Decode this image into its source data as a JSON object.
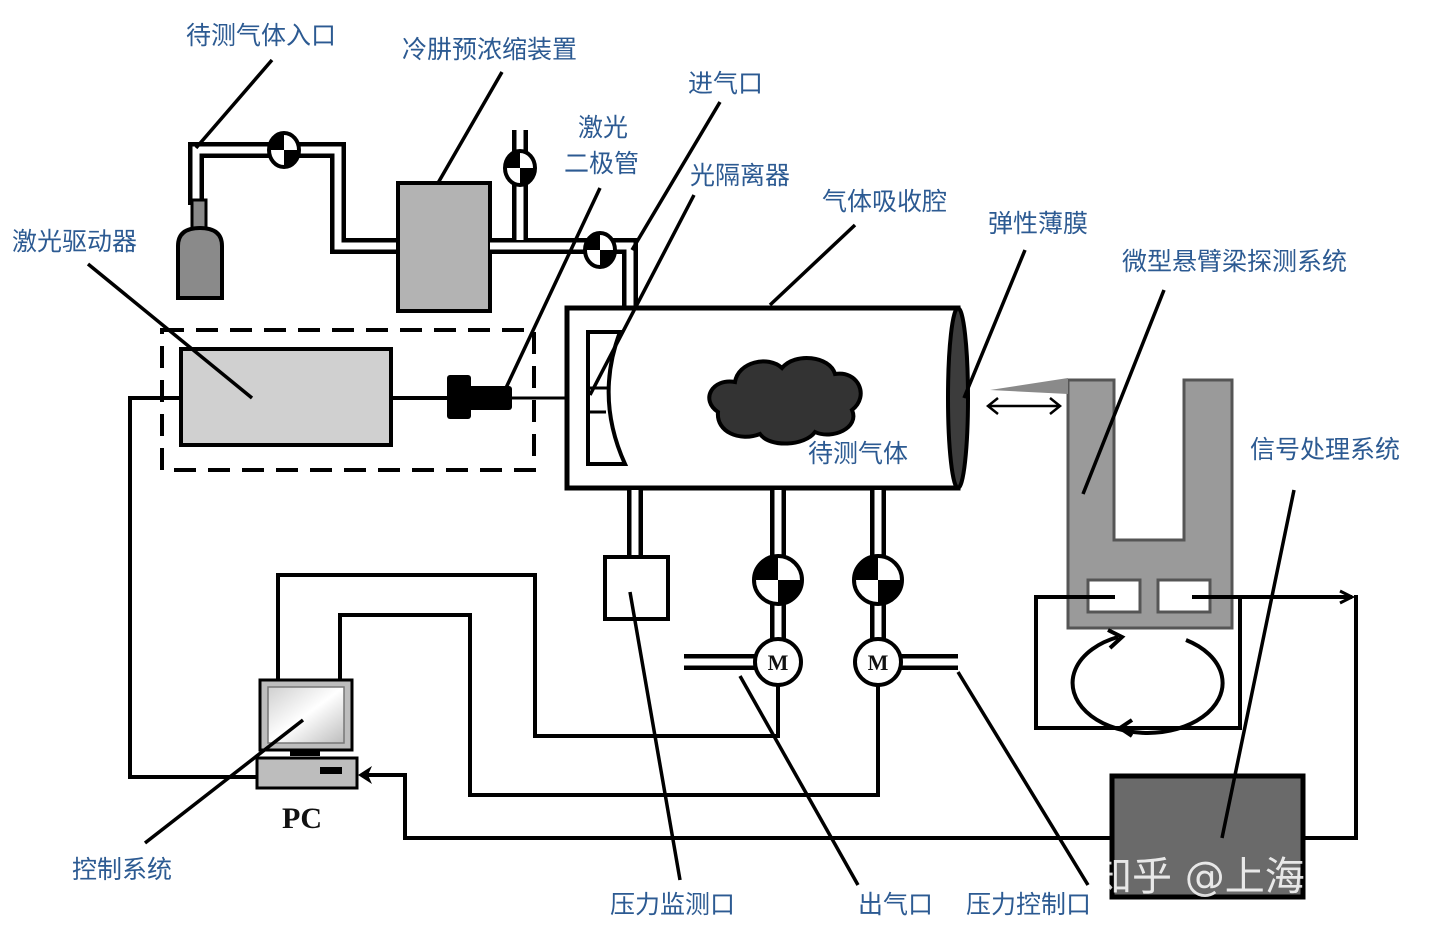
{
  "diagram": {
    "title": "",
    "labels": {
      "gas_inlet": "待测气体入口",
      "cold_trap": "冷肼预浓缩装置",
      "air_inlet": "进气口",
      "laser_diode": "激光\n二极管",
      "laser_diode_line1": "激光",
      "laser_diode_line2": "二极管",
      "optical_isolator": "光隔离器",
      "absorption_cell": "气体吸收腔",
      "elastic_membrane": "弹性薄膜",
      "cantilever_system": "微型悬臂梁探测系统",
      "laser_driver": "激光驱动器",
      "signal_processing": "信号处理系统",
      "sample_gas": "待测气体",
      "control_system": "控制系统",
      "pc": "PC",
      "pressure_monitor_port": "压力监测口",
      "outlet": "出气口",
      "pressure_control_port": "压力控制口",
      "motor": "M"
    },
    "components": [
      {
        "id": "gas-cylinder",
        "name": "Gas cylinder"
      },
      {
        "id": "cold-trap",
        "name": "Cold trap pre-concentrator"
      },
      {
        "id": "laser-driver",
        "name": "Laser driver"
      },
      {
        "id": "laser-diode",
        "name": "Laser diode"
      },
      {
        "id": "optical-isolator",
        "name": "Optical isolator"
      },
      {
        "id": "absorption-cell",
        "name": "Gas absorption cell"
      },
      {
        "id": "elastic-membrane",
        "name": "Elastic membrane"
      },
      {
        "id": "cantilever",
        "name": "Micro-cantilever detection"
      },
      {
        "id": "signal-processor",
        "name": "Signal processing system"
      },
      {
        "id": "pc",
        "name": "PC control system"
      },
      {
        "id": "pressure-sensor",
        "name": "Pressure monitor"
      },
      {
        "id": "valves",
        "count": 5
      },
      {
        "id": "motor-pumps",
        "count": 2
      }
    ],
    "colors": {
      "label_text": "#2c5a92",
      "cold_trap_fill": "#b3b3b3",
      "laser_driver_fill": "#d0d0d0",
      "cylinder_fill": "#8a8a8a",
      "cantilever_fill": "#9a9a9a",
      "cloud_fill": "#333333",
      "signal_box_fill": "#6a6a6a",
      "membrane_fill": "#3c3c3c"
    },
    "watermark": "知乎 @上海依阳"
  }
}
